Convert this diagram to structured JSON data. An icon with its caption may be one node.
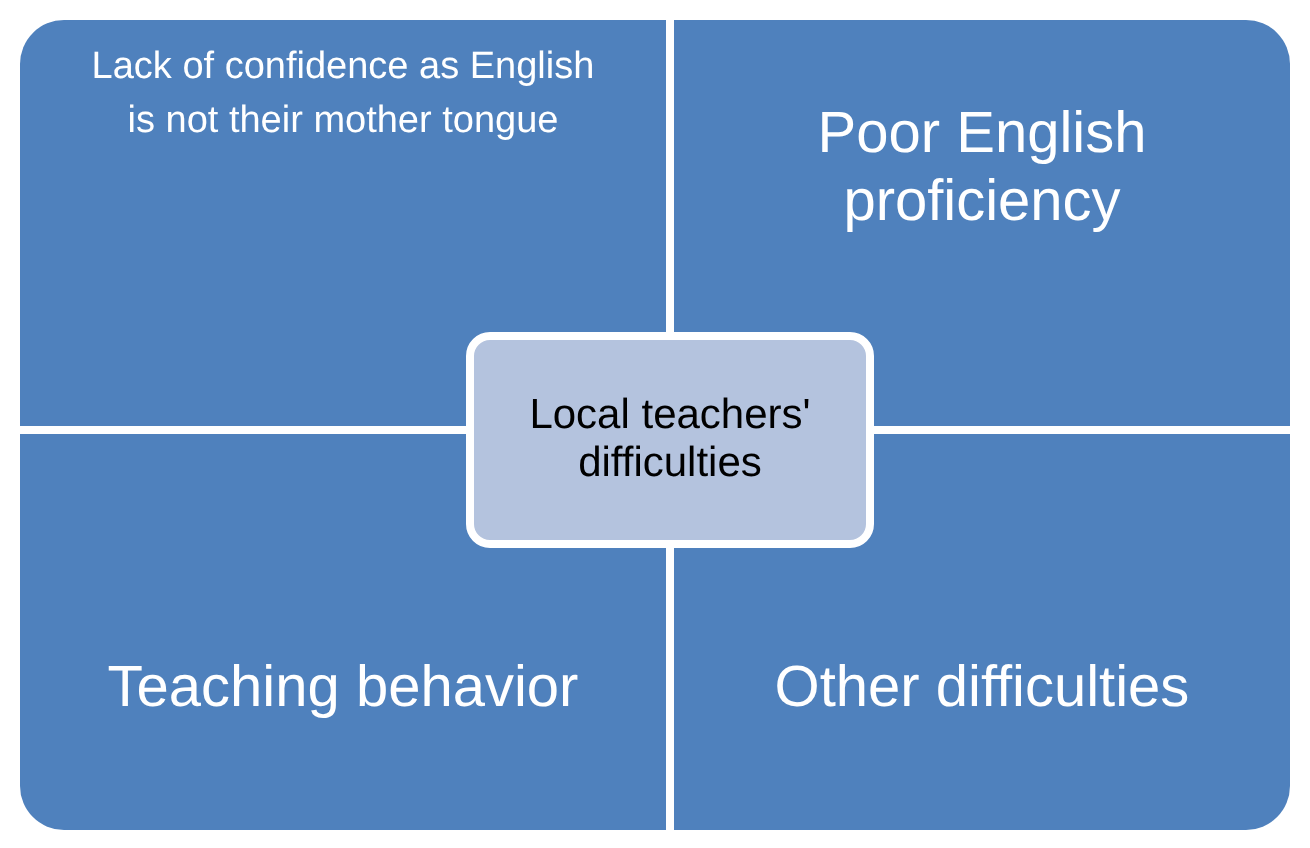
{
  "diagram": {
    "nodes": [
      {
        "text": [
          "Lack of confidence as English is not their mother tongue"
        ]
      },
      {
        "text": [
          "Poor English proficiency"
        ]
      },
      {
        "text": [
          "Local teachers' difficulties"
        ]
      },
      {
        "text": [
          "Teaching behavior"
        ]
      },
      {
        "text": [
          "Other difficulties"
        ]
      }
    ],
    "edges": []
  }
}
